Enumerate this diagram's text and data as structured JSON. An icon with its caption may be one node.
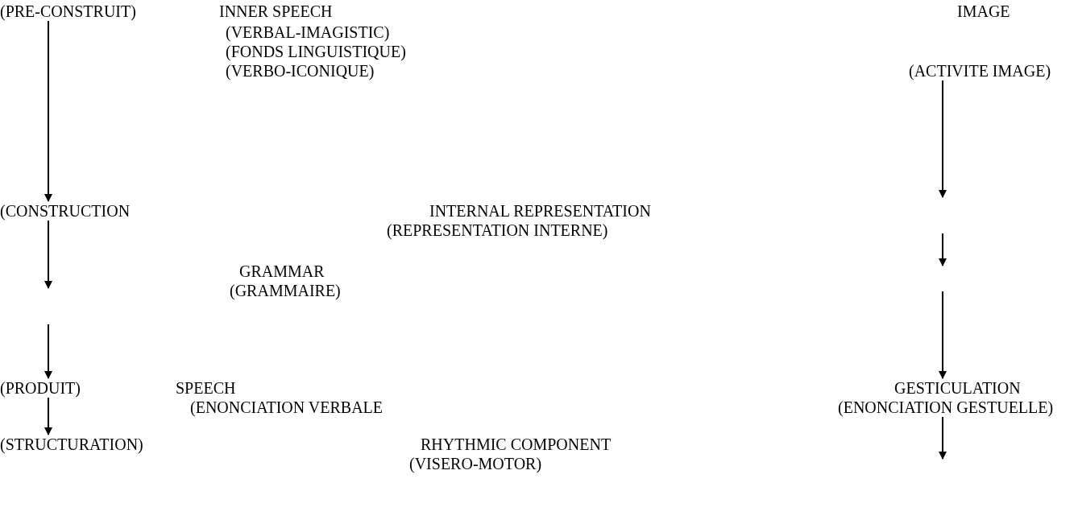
{
  "diagram": {
    "nodes": [
      {
        "text": [
          "(PRE-CONSTRUIT)"
        ]
      },
      {
        "text": [
          "IMAGE",
          "(ACTIVITE IMAGE)"
        ]
      },
      {
        "text": [
          "(CONSTRUCTION"
        ]
      },
      {
        "text": [
          "(PRODUIT)"
        ]
      },
      {
        "text": [
          "GESTICULATION",
          "(ENONCIATION GESTUELLE)"
        ]
      },
      {
        "text": [
          "(STRUCTURATION)"
        ]
      }
    ],
    "edges": [
      {
        "from": 0,
        "to": 2,
        "arrow": "to"
      },
      {
        "from": 2,
        "to": null,
        "arrow": "to"
      },
      {
        "from": null,
        "to": 3,
        "arrow": "to"
      },
      {
        "from": 3,
        "to": 5,
        "arrow": "to"
      },
      {
        "from": 1,
        "to": null,
        "arrow": "to"
      },
      {
        "from": null,
        "to": 4,
        "arrow": "to"
      },
      {
        "from": 4,
        "to": null,
        "arrow": "to"
      }
    ],
    "labels": [
      "INNER SPEECH",
      "(VERBAL-IMAGISTIC)",
      "(FONDS LINGUISTIQUE)",
      "(VERBO-ICONIQUE)",
      "INTERNAL REPRESENTATION",
      "(REPRESENTATION INTERNE)",
      "GRAMMAR",
      "(GRAMMAIRE)",
      "SPEECH",
      "(ENONCIATION VERBALE",
      "RHYTHMIC COMPONENT",
      "(VISERO-MOTOR)"
    ]
  }
}
